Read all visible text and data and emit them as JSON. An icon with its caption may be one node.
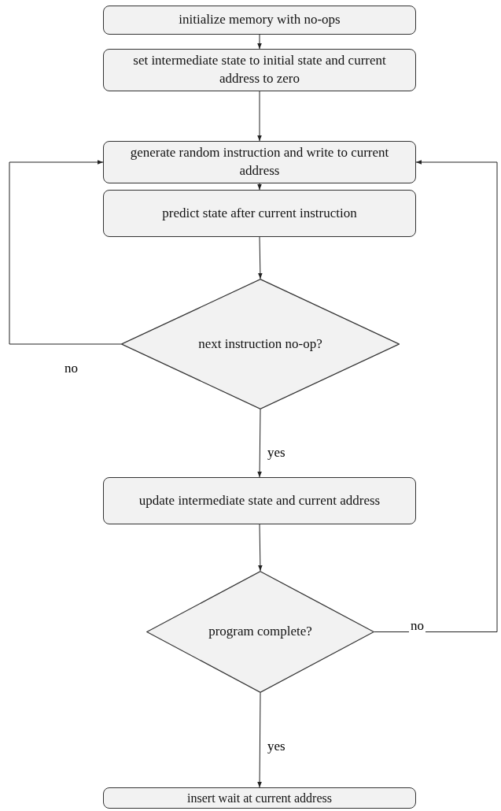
{
  "diagram": {
    "nodes": [
      {
        "text": [
          "initialize memory with no-ops"
        ]
      },
      {
        "text": [
          "set intermediate state to initial state and current address to zero"
        ]
      },
      {
        "text": [
          "generate random instruction and write to current address"
        ]
      },
      {
        "text": [
          "predict state after current instruction"
        ]
      },
      {
        "text": [
          "next instruction no-op?"
        ]
      },
      {
        "text": [
          "update intermediate state and current address"
        ]
      },
      {
        "text": [
          "program complete?"
        ]
      },
      {
        "text": [
          "insert wait at current address"
        ]
      }
    ],
    "edges": [
      {
        "from": 0,
        "to": 1,
        "arrow": "to"
      },
      {
        "from": 1,
        "to": 2,
        "arrow": "to"
      },
      {
        "from": 2,
        "to": 3,
        "arrow": "to"
      },
      {
        "from": 3,
        "to": 4,
        "arrow": "to"
      },
      {
        "from": 4,
        "to": 2,
        "arrow": "to",
        "label": "no"
      },
      {
        "from": 4,
        "to": 5,
        "arrow": "to",
        "label": "yes"
      },
      {
        "from": 5,
        "to": 6,
        "arrow": "to"
      },
      {
        "from": 6,
        "to": 2,
        "arrow": "to",
        "label": "no"
      },
      {
        "from": 6,
        "to": 7,
        "arrow": "to",
        "label": "yes"
      }
    ]
  }
}
